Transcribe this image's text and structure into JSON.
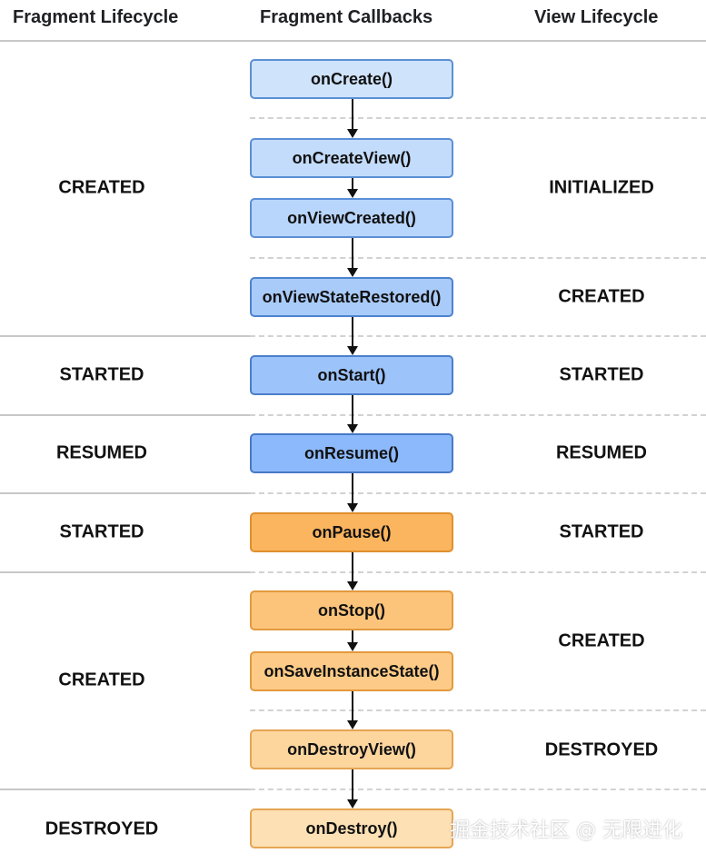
{
  "headers": {
    "fragment_lifecycle": "Fragment Lifecycle",
    "fragment_callbacks": "Fragment Callbacks",
    "view_lifecycle": "View Lifecycle"
  },
  "fragment_states": [
    "CREATED",
    "STARTED",
    "RESUMED",
    "STARTED",
    "CREATED",
    "DESTROYED"
  ],
  "view_states": [
    "INITIALIZED",
    "CREATED",
    "STARTED",
    "RESUMED",
    "STARTED",
    "CREATED",
    "DESTROYED"
  ],
  "callbacks": [
    {
      "label": "onCreate()",
      "fill": "#cfe3fb",
      "border": "#5b8fd6"
    },
    {
      "label": "onCreateView()",
      "fill": "#c3dcfb",
      "border": "#5b8fd6"
    },
    {
      "label": "onViewCreated()",
      "fill": "#b8d5fb",
      "border": "#5b8fd6"
    },
    {
      "label": "onViewStateRestored()",
      "fill": "#a9cbfa",
      "border": "#4d83cf"
    },
    {
      "label": "onStart()",
      "fill": "#9cc3fa",
      "border": "#4a7fcb"
    },
    {
      "label": "onResume()",
      "fill": "#8cb9fb",
      "border": "#4779c6"
    },
    {
      "label": "onPause()",
      "fill": "#fbb55e",
      "border": "#e08f2e"
    },
    {
      "label": "onStop()",
      "fill": "#fcc47b",
      "border": "#e3993d"
    },
    {
      "label": "onSaveInstanceState()",
      "fill": "#fdcb87",
      "border": "#e3993d"
    },
    {
      "label": "onDestroyView()",
      "fill": "#fdd69e",
      "border": "#e6a552"
    },
    {
      "label": "onDestroy()",
      "fill": "#fde0b4",
      "border": "#e6a552"
    }
  ],
  "watermark": "掘金技术社区 @ 无限进化",
  "colors": {
    "arrow": "#111111",
    "divider": "#c8c8c8"
  }
}
